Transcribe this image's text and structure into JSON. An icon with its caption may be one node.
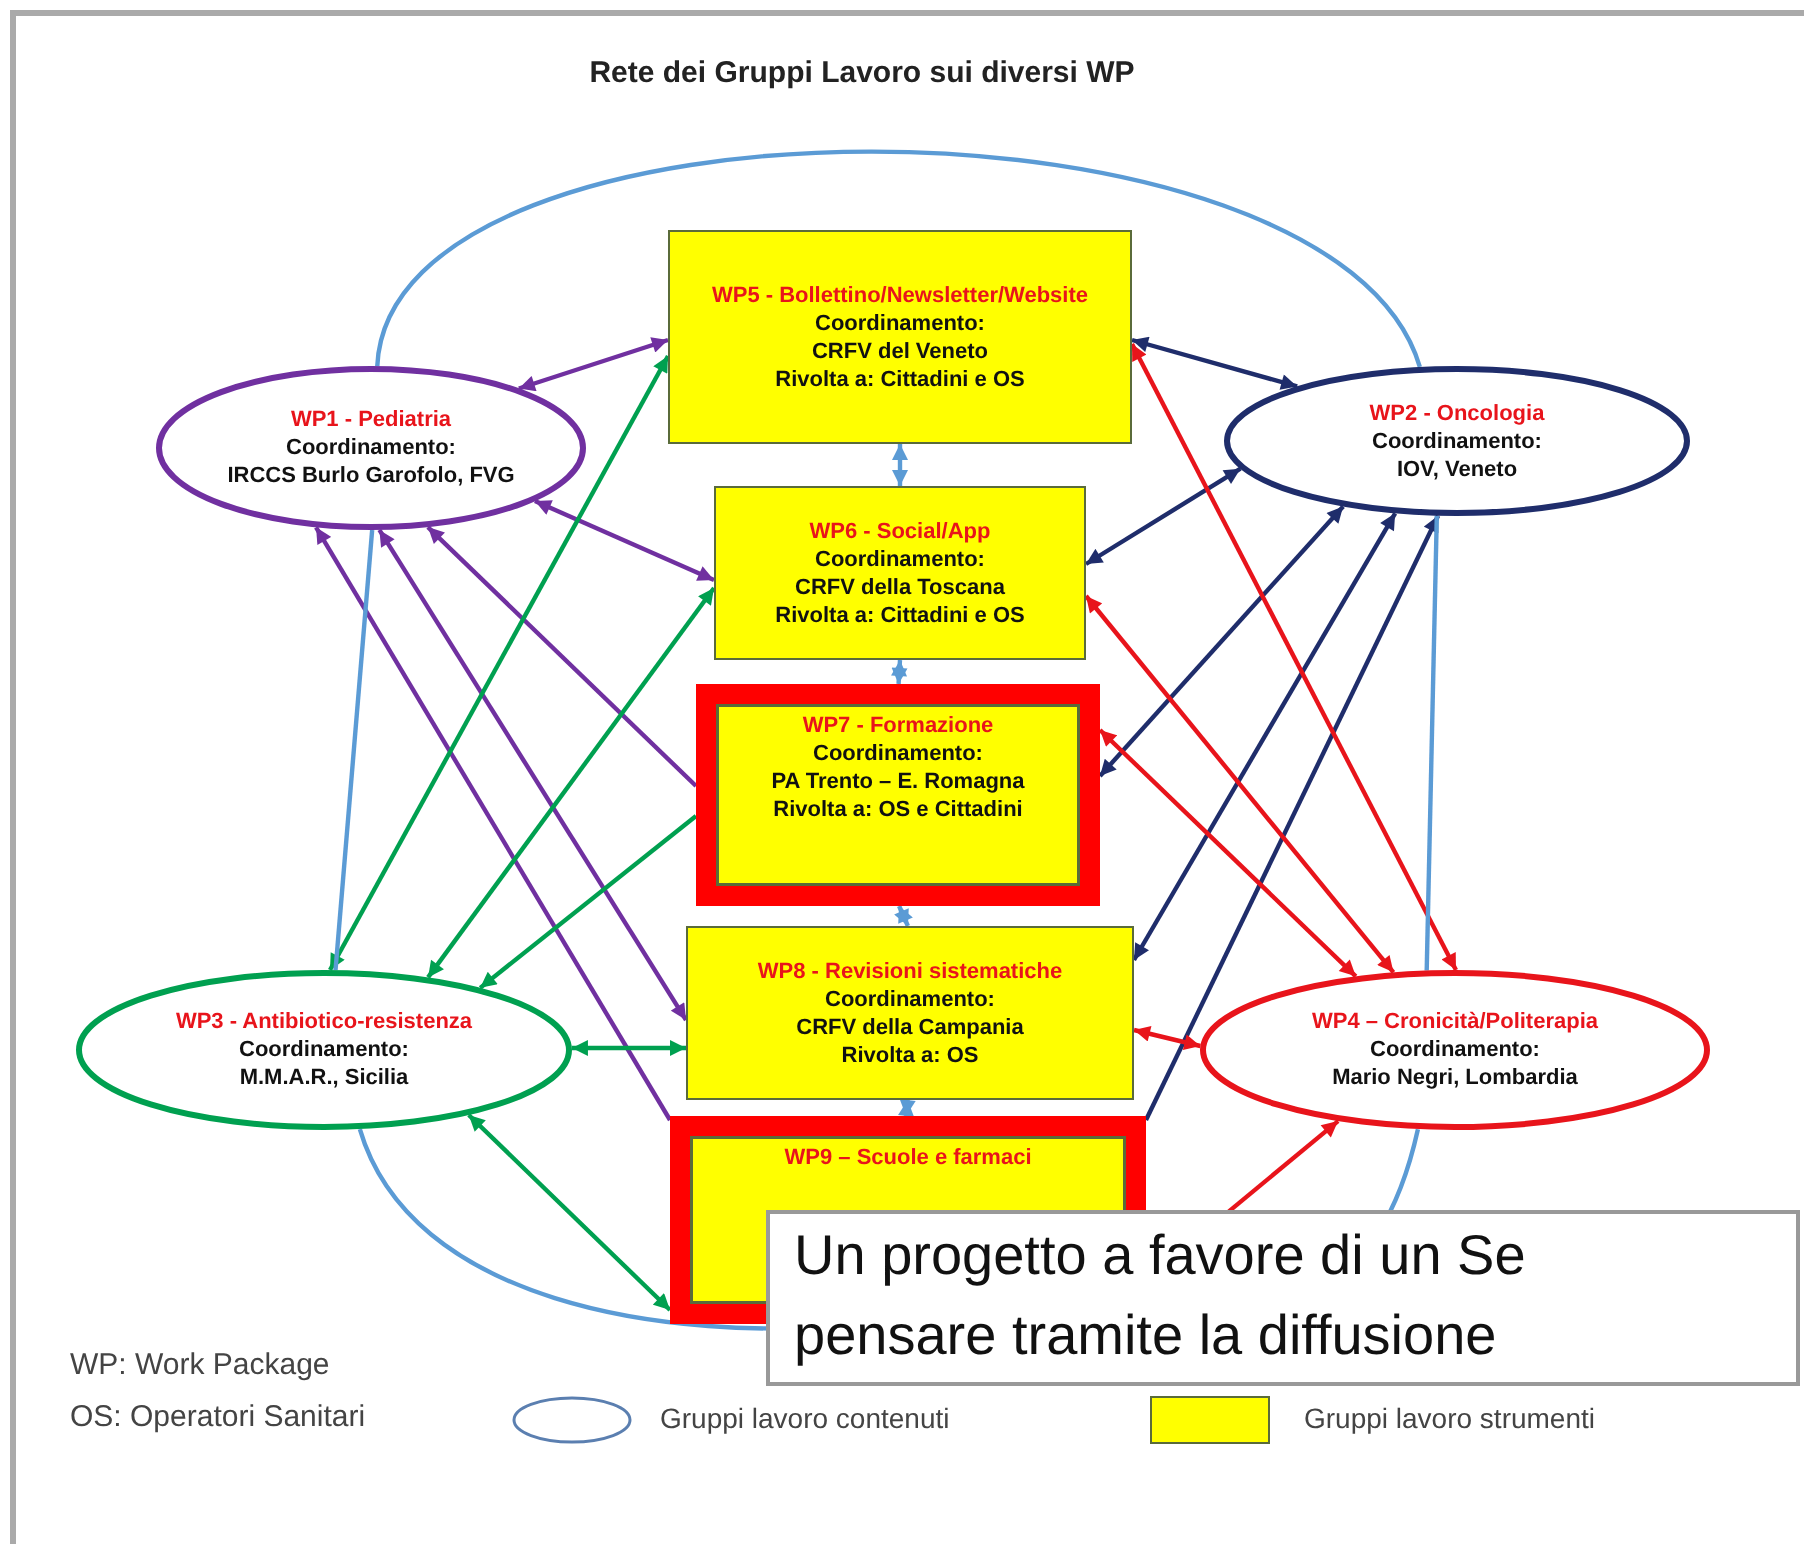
{
  "diagram": {
    "title": "Rete dei Gruppi Lavoro sui diversi WP",
    "nodes": [
      {
        "text": [
          "WP5 - Bollettino/Newsletter/Website",
          "Coordinamento:",
          "CRFV del Veneto",
          "Rivolta a: Cittadini e OS"
        ]
      },
      {
        "text": [
          "WP1 - Pediatria",
          "Coordinamento:",
          "IRCCS Burlo Garofolo, FVG"
        ]
      },
      {
        "text": [
          "WP2 - Oncologia",
          "Coordinamento:",
          "IOV, Veneto"
        ]
      },
      {
        "text": [
          "WP6 - Social/App",
          "Coordinamento:",
          "CRFV della Toscana",
          "Rivolta a: Cittadini e OS"
        ]
      },
      {
        "text": [
          "WP7 - Formazione",
          "Coordinamento:",
          "PA Trento – E. Romagna",
          "Rivolta a: OS e Cittadini"
        ]
      },
      {
        "text": [
          "WP3 - Antibiotico-resistenza",
          "Coordinamento:",
          "M.M.A.R., Sicilia"
        ]
      },
      {
        "text": [
          "WP8 - Revisioni sistematiche",
          "Coordinamento:",
          "CRFV della Campania",
          "Rivolta a: OS"
        ]
      },
      {
        "text": [
          "WP4 – Cronicità/Politerapia",
          "Coordinamento:",
          "Mario Negri, Lombardia"
        ]
      },
      {
        "text": [
          "WP9 – Scuole e farmaci"
        ]
      }
    ],
    "edges": [
      {
        "from": 1,
        "to": 0,
        "arrow": "both",
        "color": "#7030a0"
      },
      {
        "from": 1,
        "to": 3,
        "arrow": "both",
        "color": "#7030a0"
      },
      {
        "from": 4,
        "to": 1,
        "arrow": "to",
        "color": "#7030a0"
      },
      {
        "from": 1,
        "to": 6,
        "arrow": "both",
        "color": "#7030a0"
      },
      {
        "from": 8,
        "to": 1,
        "arrow": "to",
        "color": "#7030a0"
      },
      {
        "from": 5,
        "to": 0,
        "arrow": "both",
        "color": "#00a050"
      },
      {
        "from": 5,
        "to": 3,
        "arrow": "both",
        "color": "#00a050"
      },
      {
        "from": 4,
        "to": 5,
        "arrow": "to",
        "color": "#00a050"
      },
      {
        "from": 5,
        "to": 6,
        "arrow": "both",
        "color": "#00a050"
      },
      {
        "from": 5,
        "to": 8,
        "arrow": "both",
        "color": "#00a050"
      },
      {
        "from": 0,
        "to": 2,
        "arrow": "both",
        "color": "#1f2d6b"
      },
      {
        "from": 3,
        "to": 2,
        "arrow": "both",
        "color": "#1f2d6b"
      },
      {
        "from": 2,
        "to": 4,
        "arrow": "both",
        "color": "#1f2d6b"
      },
      {
        "from": 2,
        "to": 6,
        "arrow": "both",
        "color": "#1f2d6b"
      },
      {
        "from": 8,
        "to": 2,
        "arrow": "to",
        "color": "#1f2d6b"
      },
      {
        "from": 0,
        "to": 7,
        "arrow": "both",
        "color": "#e8141b"
      },
      {
        "from": 3,
        "to": 7,
        "arrow": "both",
        "color": "#e8141b"
      },
      {
        "from": 4,
        "to": 7,
        "arrow": "both",
        "color": "#e8141b"
      },
      {
        "from": 7,
        "to": 6,
        "arrow": "both",
        "color": "#e8141b"
      },
      {
        "from": 8,
        "to": 7,
        "arrow": "to",
        "color": "#e8141b"
      },
      {
        "from": 1,
        "to": 2,
        "arrow": "none",
        "color": "#5b9bd5"
      },
      {
        "from": 1,
        "to": 5,
        "arrow": "none",
        "color": "#5b9bd5"
      },
      {
        "from": 2,
        "to": 7,
        "arrow": "none",
        "color": "#5b9bd5"
      },
      {
        "from": 5,
        "to": 8,
        "arrow": "none",
        "color": "#5b9bd5"
      },
      {
        "from": 7,
        "to": 8,
        "arrow": "none",
        "color": "#5b9bd5"
      },
      {
        "from": 0,
        "to": 3,
        "arrow": "both",
        "color": "#5b9bd5"
      },
      {
        "from": 3,
        "to": 4,
        "arrow": "both",
        "color": "#5b9bd5"
      },
      {
        "from": 4,
        "to": 6,
        "arrow": "both",
        "color": "#5b9bd5"
      },
      {
        "from": 6,
        "to": 8,
        "arrow": "both",
        "color": "#5b9bd5"
      }
    ],
    "labels": [
      "Un progetto a favore di un Se",
      "pensare tramite la diffusione",
      "WP: Work Package",
      "OS: Operatori Sanitari"
    ],
    "legend": [
      {
        "text": "Gruppi lavoro contenuti"
      },
      {
        "text": "Gruppi lavoro strumenti",
        "color": "#ffff00"
      }
    ]
  }
}
